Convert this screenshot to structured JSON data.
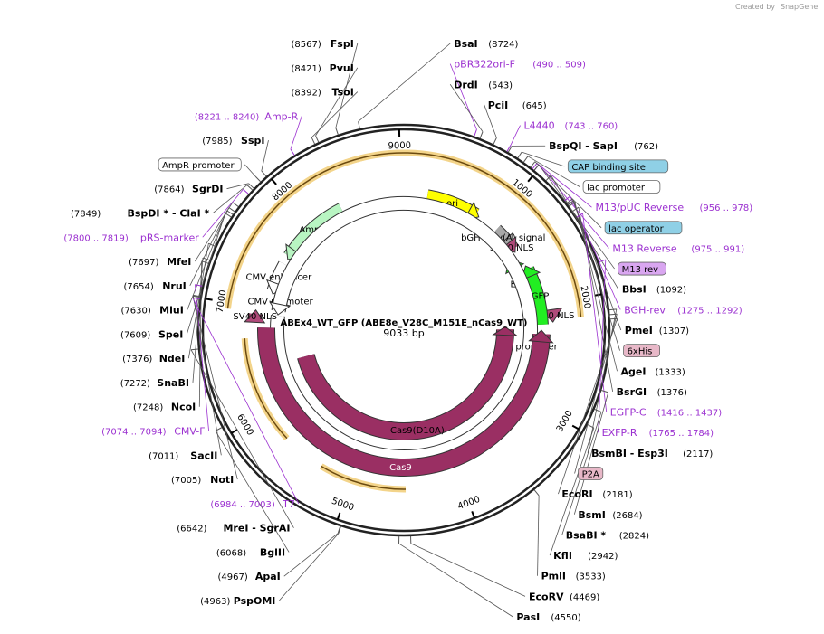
{
  "header": {
    "created_by": "Created by",
    "brand": "SnapGene"
  },
  "plasmid": {
    "name": "ABEx4_WT_GFP (ABE8e_V28C_M151E_nCas9_WT)",
    "size_label": "9033 bp",
    "length": 9033
  },
  "ticks": [
    {
      "bp": 1000,
      "label": "1000"
    },
    {
      "bp": 2000,
      "label": "2000"
    },
    {
      "bp": 3000,
      "label": "3000"
    },
    {
      "bp": 4000,
      "label": "4000"
    },
    {
      "bp": 5000,
      "label": "5000"
    },
    {
      "bp": 6000,
      "label": "6000"
    },
    {
      "bp": 7000,
      "label": "7000"
    },
    {
      "bp": 8000,
      "label": "8000"
    },
    {
      "bp": 9000,
      "label": "9000"
    }
  ],
  "sites_right": [
    {
      "kind": "enzyme",
      "name": "BsaI",
      "pos": "(8724)",
      "bp": 8724
    },
    {
      "kind": "primer",
      "name": "pBR322ori-F",
      "pos": "(490 .. 509)",
      "bp": 500
    },
    {
      "kind": "enzyme",
      "name": "DrdI",
      "pos": "(543)",
      "bp": 543
    },
    {
      "kind": "enzyme",
      "name": "PciI",
      "pos": "(645)",
      "bp": 645
    },
    {
      "kind": "primer",
      "name": "L4440",
      "pos": "(743 .. 760)",
      "bp": 752
    },
    {
      "kind": "enzyme",
      "name": "BspQI - SapI",
      "pos": "(762)",
      "bp": 762
    },
    {
      "kind": "feature",
      "name": "CAP binding site",
      "style": "cap",
      "bp": 840
    },
    {
      "kind": "feature",
      "name": "lac promoter",
      "style": "plain",
      "bp": 890
    },
    {
      "kind": "primer",
      "name": "M13/pUC Reverse",
      "pos": "(956 .. 978)",
      "bp": 967
    },
    {
      "kind": "feature",
      "name": "lac operator",
      "style": "cap",
      "bp": 950
    },
    {
      "kind": "primer",
      "name": "M13 Reverse",
      "pos": "(975 .. 991)",
      "bp": 983
    },
    {
      "kind": "feature",
      "name": "M13 rev",
      "style": "m13",
      "bp": 983
    },
    {
      "kind": "enzyme",
      "name": "BbsI",
      "pos": "(1092)",
      "bp": 1092
    },
    {
      "kind": "primer",
      "name": "BGH-rev",
      "pos": "(1275 .. 1292)",
      "bp": 1283
    },
    {
      "kind": "enzyme",
      "name": "PmeI",
      "pos": "(1307)",
      "bp": 1307
    },
    {
      "kind": "feature",
      "name": "6xHis",
      "style": "his",
      "bp": 1320
    },
    {
      "kind": "enzyme",
      "name": "AgeI",
      "pos": "(1333)",
      "bp": 1333
    },
    {
      "kind": "enzyme",
      "name": "BsrGI",
      "pos": "(1376)",
      "bp": 1376
    },
    {
      "kind": "primer",
      "name": "EGFP-C",
      "pos": "(1416 .. 1437)",
      "bp": 1426
    },
    {
      "kind": "primer",
      "name": "EXFP-R",
      "pos": "(1765 .. 1784)",
      "bp": 1775
    },
    {
      "kind": "enzyme",
      "name": "BsmBI - Esp3I",
      "pos": "(2117)",
      "bp": 2117
    },
    {
      "kind": "feature",
      "name": "P2A",
      "style": "his",
      "bp": 2150
    },
    {
      "kind": "enzyme",
      "name": "EcoRI",
      "pos": "(2181)",
      "bp": 2181
    },
    {
      "kind": "enzyme",
      "name": "BsmI",
      "pos": "(2684)",
      "bp": 2684
    },
    {
      "kind": "enzyme",
      "name": "BsaBI *",
      "pos": "(2824)",
      "bp": 2824
    },
    {
      "kind": "enzyme",
      "name": "KflI",
      "pos": "(2942)",
      "bp": 2942
    },
    {
      "kind": "enzyme",
      "name": "PmlI",
      "pos": "(3533)",
      "bp": 3533
    },
    {
      "kind": "enzyme",
      "name": "EcoRV",
      "pos": "(4469)",
      "bp": 4469
    },
    {
      "kind": "enzyme",
      "name": "PasI",
      "pos": "(4550)",
      "bp": 4550
    }
  ],
  "sites_left": [
    {
      "kind": "enzyme",
      "name": "FspI",
      "pos": "(8567)",
      "bp": 8567
    },
    {
      "kind": "enzyme",
      "name": "PvuI",
      "pos": "(8421)",
      "bp": 8421
    },
    {
      "kind": "enzyme",
      "name": "TsoI",
      "pos": "(8392)",
      "bp": 8392
    },
    {
      "kind": "primer",
      "name": "Amp-R",
      "pos": "(8221 .. 8240)",
      "bp": 8230
    },
    {
      "kind": "enzyme",
      "name": "SspI",
      "pos": "(7985)",
      "bp": 7985
    },
    {
      "kind": "feature",
      "name": "AmpR promoter",
      "style": "plain",
      "bp": 7930
    },
    {
      "kind": "enzyme",
      "name": "SgrDI",
      "pos": "(7864)",
      "bp": 7864
    },
    {
      "kind": "enzyme",
      "name": "BspDI * - ClaI *",
      "pos": "(7849)",
      "bp": 7849
    },
    {
      "kind": "primer",
      "name": "pRS-marker",
      "pos": "(7800 .. 7819)",
      "bp": 7810
    },
    {
      "kind": "enzyme",
      "name": "MfeI",
      "pos": "(7697)",
      "bp": 7697
    },
    {
      "kind": "enzyme",
      "name": "NruI",
      "pos": "(7654)",
      "bp": 7654
    },
    {
      "kind": "enzyme",
      "name": "MluI",
      "pos": "(7630)",
      "bp": 7630
    },
    {
      "kind": "enzyme",
      "name": "SpeI",
      "pos": "(7609)",
      "bp": 7609
    },
    {
      "kind": "enzyme",
      "name": "NdeI",
      "pos": "(7376)",
      "bp": 7376
    },
    {
      "kind": "enzyme",
      "name": "SnaBI",
      "pos": "(7272)",
      "bp": 7272
    },
    {
      "kind": "enzyme",
      "name": "NcoI",
      "pos": "(7248)",
      "bp": 7248
    },
    {
      "kind": "primer",
      "name": "CMV-F",
      "pos": "(7074 .. 7094)",
      "bp": 7084
    },
    {
      "kind": "enzyme",
      "name": "SacII",
      "pos": "(7011)",
      "bp": 7011
    },
    {
      "kind": "enzyme",
      "name": "NotI",
      "pos": "(7005)",
      "bp": 7005
    },
    {
      "kind": "primer",
      "name": "T7",
      "pos": "(6984 .. 7003)",
      "bp": 6993
    },
    {
      "kind": "enzyme",
      "name": "MreI - SgrAI",
      "pos": "(6642)",
      "bp": 6642
    },
    {
      "kind": "enzyme",
      "name": "BglII",
      "pos": "(6068)",
      "bp": 6068
    },
    {
      "kind": "enzyme",
      "name": "ApaI",
      "pos": "(4967)",
      "bp": 4967
    },
    {
      "kind": "enzyme",
      "name": "PspOMI",
      "pos": "(4963)",
      "bp": 4963
    }
  ],
  "features": [
    {
      "name": "ori",
      "start": 250,
      "end": 800,
      "color": "#ffff00",
      "text_color": "#000",
      "ring": 0
    },
    {
      "name": "AmpR",
      "start": 8350,
      "end": 7600,
      "color": "#b8f5c2",
      "text_color": "#000",
      "ring": 0
    },
    {
      "name": "CMV enhancer",
      "start": 7500,
      "end": 7200,
      "color": "#ffffff",
      "text_color": "#000",
      "ring": 0
    },
    {
      "name": "CMV promoter",
      "start": 7200,
      "end": 7000,
      "color": "#ffffff",
      "text_color": "#000",
      "ring": 1
    },
    {
      "name": "bGH poly(A) signal",
      "start": 1070,
      "end": 1290,
      "color": "#a8a8a8",
      "text_color": "#000",
      "ring": 0
    },
    {
      "name": "SV40 NLS",
      "start": 1300,
      "end": 1340,
      "color": "#b04a7a",
      "text_color": "#000",
      "ring": 0
    },
    {
      "name": "EGFP",
      "start": 2080,
      "end": 1380,
      "color": "#22ee22",
      "text_color": "#000",
      "ring": 1
    },
    {
      "name": "SV40 NLS",
      "start": 2100,
      "end": 2140,
      "color": "#b04a7a",
      "text_color": "#000",
      "ring": 2
    },
    {
      "name": "EGFP",
      "start": 2900,
      "end": 2200,
      "color": "#22ee22",
      "text_color": "#000",
      "ring": 3
    },
    {
      "name": "T7 promoter",
      "start": 6940,
      "end": 6990,
      "color": "#ffffff",
      "text_color": "#000",
      "ring": 1
    },
    {
      "name": "SV40 NLS",
      "start": 6880,
      "end": 6930,
      "color": "#b04a7a",
      "text_color": "#000",
      "ring": 2
    },
    {
      "name": "Cas9(D10A)",
      "start": 6700,
      "end": 2200,
      "color": "#9a2f63",
      "text_color": "#000",
      "ring": 4
    },
    {
      "name": "Cas9",
      "start": 6800,
      "end": 2300,
      "color": "#9a2f63",
      "text_color": "#fff",
      "ring": 3
    }
  ],
  "orfs": [
    {
      "start": 6950,
      "end": 2150,
      "color": "#f3d48a"
    },
    {
      "start": 5700,
      "end": 6700,
      "color": "#f3d48a"
    },
    {
      "start": 4500,
      "end": 5300,
      "color": "#f3d48a"
    },
    {
      "start": 8050,
      "end": 8700,
      "color": "#f3d48a"
    }
  ]
}
